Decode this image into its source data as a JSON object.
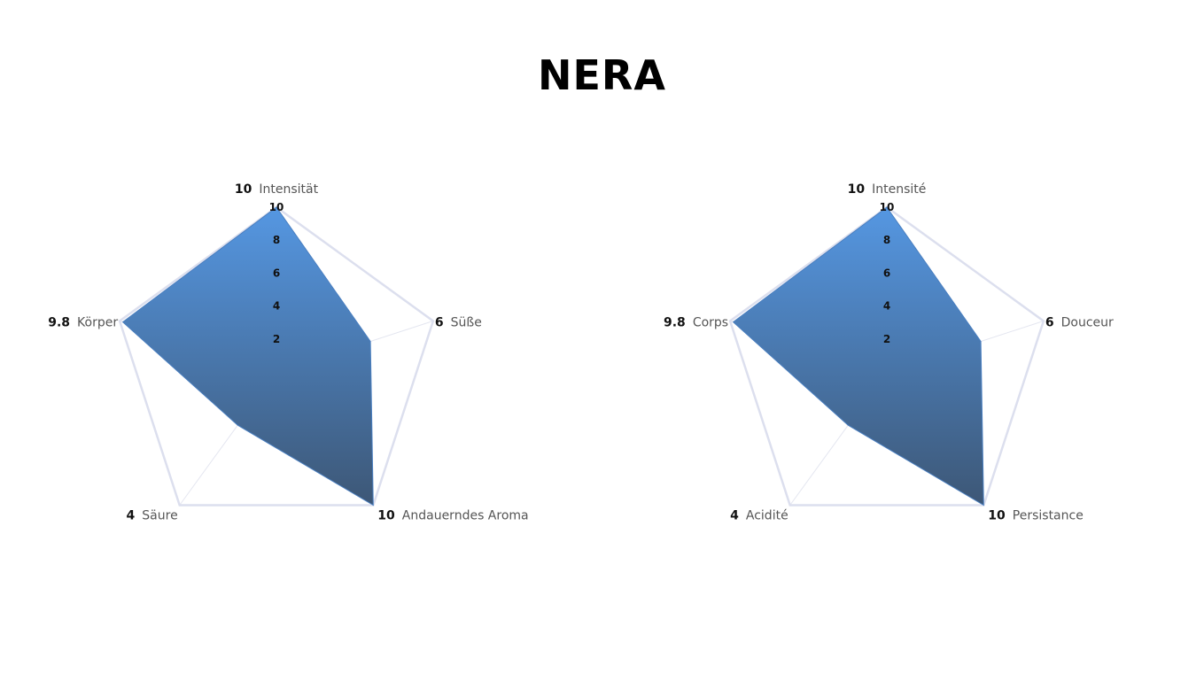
{
  "page": {
    "title": "NERA"
  },
  "colors": {
    "fill_top": "#5597e2",
    "fill_bottom": "#3d5776",
    "grid": "#dcdfee",
    "spoke": "#e4e6f0"
  },
  "chart_data": [
    {
      "type": "radar",
      "ylim": [
        0,
        10
      ],
      "ticks": [
        "2",
        "4",
        "6",
        "8",
        "10"
      ],
      "grid": true,
      "axes": [
        {
          "name": "Intensität",
          "value": 10,
          "value_label": "10"
        },
        {
          "name": "Süße",
          "value": 6,
          "value_label": "6"
        },
        {
          "name": "Andauerndes Aroma",
          "value": 10,
          "value_label": "10"
        },
        {
          "name": "Säure",
          "value": 4,
          "value_label": "4"
        },
        {
          "name": "Körper",
          "value": 9.8,
          "value_label": "9.8"
        }
      ]
    },
    {
      "type": "radar",
      "ylim": [
        0,
        10
      ],
      "ticks": [
        "2",
        "4",
        "6",
        "8",
        "10"
      ],
      "grid": true,
      "axes": [
        {
          "name": "Intensité",
          "value": 10,
          "value_label": "10"
        },
        {
          "name": "Douceur",
          "value": 6,
          "value_label": "6"
        },
        {
          "name": "Persistance",
          "value": 10,
          "value_label": "10"
        },
        {
          "name": "Acidité",
          "value": 4,
          "value_label": "4"
        },
        {
          "name": "Corps",
          "value": 9.8,
          "value_label": "9.8"
        }
      ]
    }
  ]
}
